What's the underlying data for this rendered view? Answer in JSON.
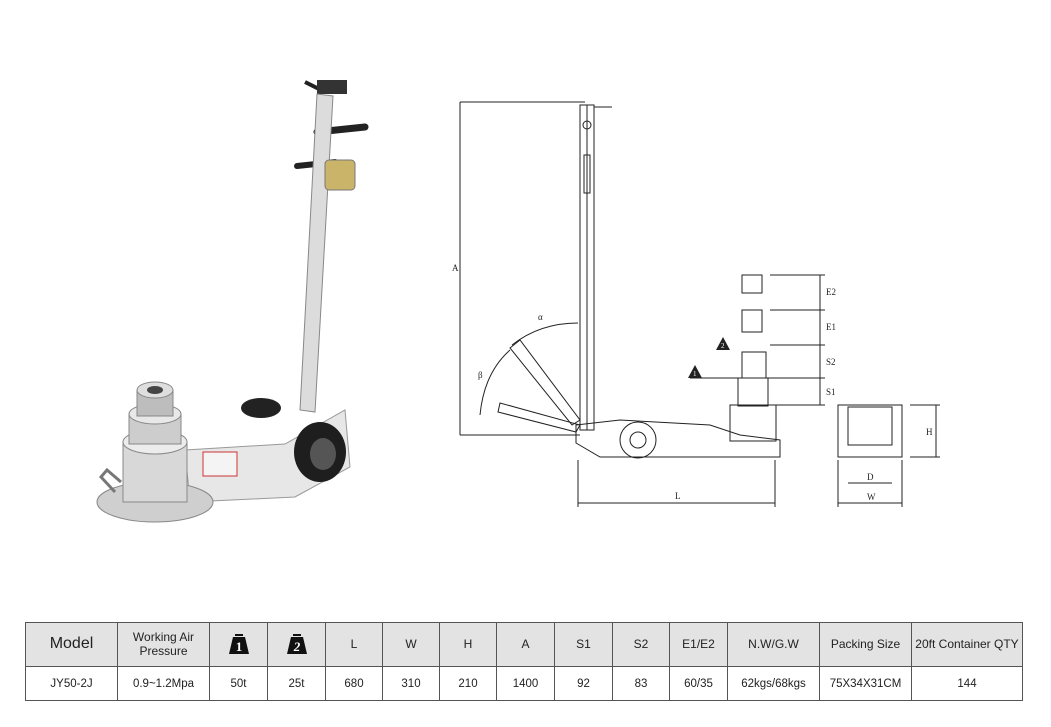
{
  "drawing": {
    "labels": {
      "a": "A",
      "l": "L",
      "w": "W",
      "h": "H",
      "d": "D",
      "s1": "S1",
      "s2": "S2",
      "e1": "E1",
      "e2": "E2",
      "alpha": "α",
      "beta": "β",
      "stage1": "1",
      "stage2": "2"
    }
  },
  "table": {
    "headers": [
      {
        "key": "model",
        "label": "Model"
      },
      {
        "key": "pressure",
        "label": "Working Air Pressure"
      },
      {
        "key": "stage1",
        "label": "1",
        "icon": "weight-icon"
      },
      {
        "key": "stage2",
        "label": "2",
        "icon": "weight-icon"
      },
      {
        "key": "l",
        "label": "L"
      },
      {
        "key": "w",
        "label": "W"
      },
      {
        "key": "h",
        "label": "H"
      },
      {
        "key": "a",
        "label": "A"
      },
      {
        "key": "s1",
        "label": "S1"
      },
      {
        "key": "s2",
        "label": "S2"
      },
      {
        "key": "e1e2",
        "label": "E1/E2"
      },
      {
        "key": "nwgw",
        "label": "N.W/G.W"
      },
      {
        "key": "packing",
        "label": "Packing Size"
      },
      {
        "key": "qty",
        "label": "20ft Container QTY"
      }
    ],
    "rows": [
      [
        "JY50-2J",
        "0.9~1.2Mpa",
        "50t",
        "25t",
        "680",
        "310",
        "210",
        "1400",
        "92",
        "83",
        "60/35",
        "62kgs/68kgs",
        "75X34X31CM",
        "144"
      ]
    ]
  }
}
